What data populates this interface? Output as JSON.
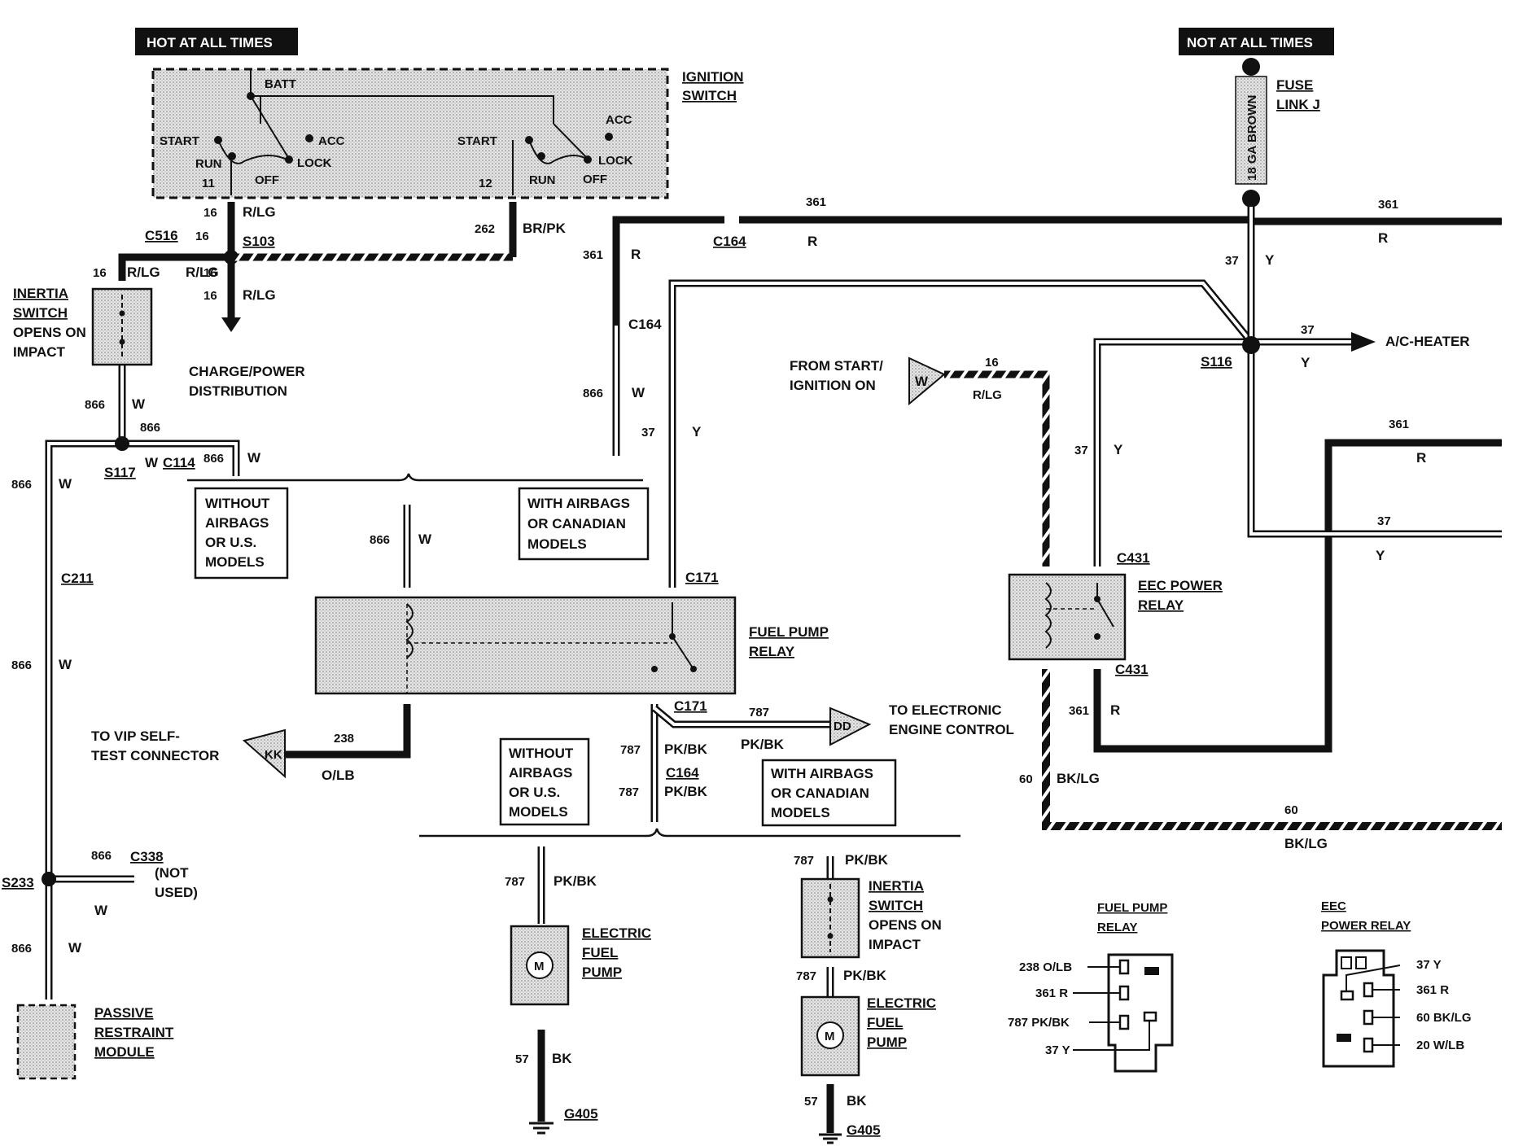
{
  "headers": {
    "hot_at_all_times": "HOT AT ALL TIMES",
    "not_at_all_times": "NOT AT ALL TIMES"
  },
  "ignition_switch": {
    "label_line1": "IGNITION",
    "label_line2": "SWITCH",
    "batt": "BATT",
    "left": {
      "start": "START",
      "run": "RUN",
      "off": "OFF",
      "lock": "LOCK",
      "acc": "ACC",
      "pin": "11"
    },
    "right": {
      "start": "START",
      "run": "RUN",
      "off": "OFF",
      "lock": "LOCK",
      "acc": "ACC",
      "pin": "12"
    }
  },
  "fuse_link": {
    "label_line1": "FUSE",
    "label_line2": "LINK J",
    "wire": "18 GA BROWN"
  },
  "components": {
    "inertia_switch_1": [
      "INERTIA",
      "SWITCH",
      "OPENS ON",
      "IMPACT"
    ],
    "charge_power": [
      "CHARGE/POWER",
      "DISTRIBUTION"
    ],
    "fuel_pump_relay": [
      "FUEL PUMP",
      "RELAY"
    ],
    "eec_power_relay": [
      "EEC POWER",
      "RELAY"
    ],
    "to_vip": [
      "TO VIP SELF-",
      "TEST CONNECTOR"
    ],
    "to_eec": [
      "TO ELECTRONIC",
      "ENGINE CONTROL"
    ],
    "from_start": [
      "FROM START/",
      "IGNITION ON"
    ],
    "ac_heater": "A/C-HEATER",
    "passive_restraint": [
      "PASSIVE",
      "RESTRAINT",
      "MODULE"
    ],
    "not_used": [
      "(NOT",
      "USED)"
    ],
    "electric_fuel_pump_1": [
      "ELECTRIC",
      "FUEL",
      "PUMP"
    ],
    "inertia_switch_2": [
      "INERTIA",
      "SWITCH",
      "OPENS ON",
      "IMPACT"
    ],
    "electric_fuel_pump_2": [
      "ELECTRIC",
      "FUEL",
      "PUMP"
    ],
    "motor": "M"
  },
  "notes": {
    "without_airbags_1": [
      "WITHOUT",
      "AIRBAGS",
      "OR U.S.",
      "MODELS"
    ],
    "with_airbags_1": [
      "WITH AIRBAGS",
      "OR CANADIAN",
      "MODELS"
    ],
    "without_airbags_2": [
      "WITHOUT",
      "AIRBAGS",
      "OR U.S.",
      "MODELS"
    ],
    "with_airbags_2": [
      "WITH AIRBAGS",
      "OR CANADIAN",
      "MODELS"
    ]
  },
  "connectors": {
    "c516": "C516",
    "s103": "S103",
    "c164a": "C164",
    "c164b": "C164",
    "c164c": "C164",
    "s117": "S117",
    "c114": "C114",
    "c211": "C211",
    "c338": "C338",
    "s233": "S233",
    "c171a": "C171",
    "c171b": "C171",
    "s116": "S116",
    "c431a": "C431",
    "c431b": "C431",
    "g405a": "G405",
    "g405b": "G405",
    "ref_w": "W",
    "ref_kk": "KK",
    "ref_dd": "DD"
  },
  "wires": {
    "w16_rlg": [
      "16",
      "R/LG"
    ],
    "w262_brpk": [
      "262",
      "BR/PK"
    ],
    "w361_r": [
      "361",
      "R"
    ],
    "w37_y": [
      "37",
      "Y"
    ],
    "w866_w": [
      "866",
      "W"
    ],
    "w238_olb": [
      "238",
      "O/LB"
    ],
    "w787_pkbk": [
      "787",
      "PK/BK"
    ],
    "w60_bklg": [
      "60",
      "BK/LG"
    ],
    "w57_bk": [
      "57",
      "BK"
    ]
  },
  "pinout_fuel_pump_relay": {
    "title": [
      "FUEL PUMP",
      "RELAY"
    ],
    "pins": [
      "238 O/LB",
      "361 R",
      "787 PK/BK",
      "37 Y"
    ]
  },
  "pinout_eec_relay": {
    "title": [
      "EEC",
      "POWER RELAY"
    ],
    "pins": [
      "37 Y",
      "361 R",
      "60 BK/LG",
      "20 W/LB"
    ]
  }
}
